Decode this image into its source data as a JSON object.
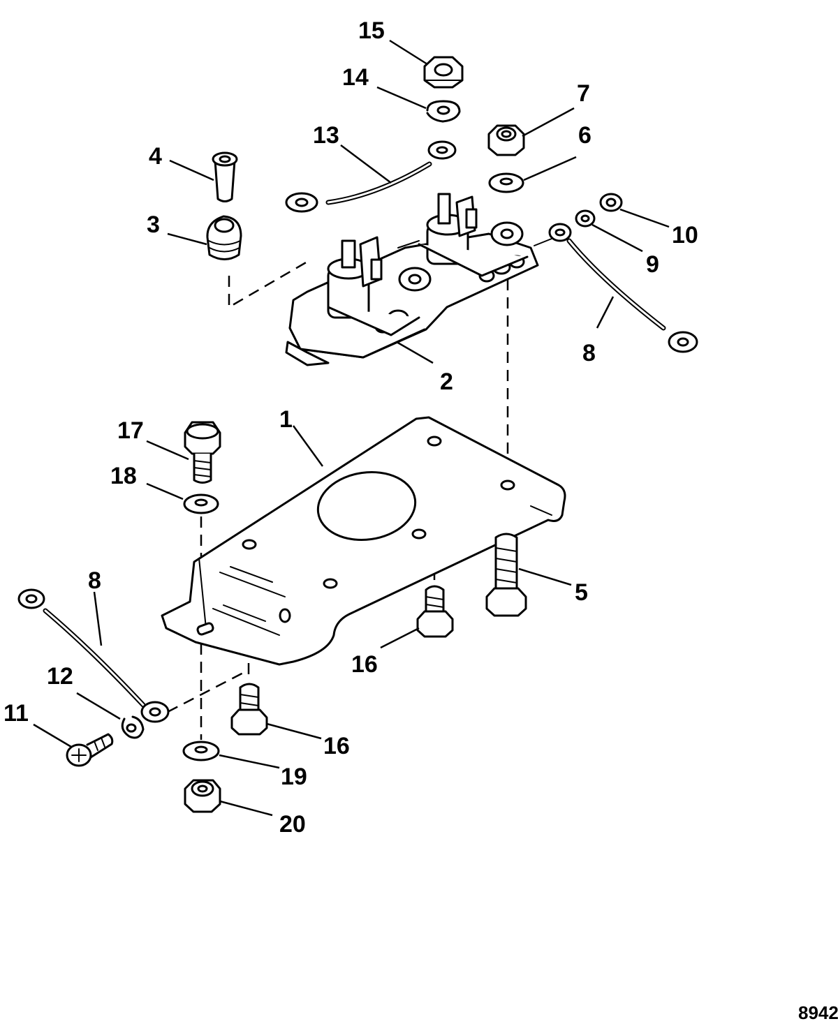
{
  "diagram": {
    "callouts": {
      "c1": "1",
      "c2": "2",
      "c3": "3",
      "c4": "4",
      "c5": "5",
      "c6": "6",
      "c7": "7",
      "c8a": "8",
      "c8b": "8",
      "c9": "9",
      "c10": "10",
      "c11": "11",
      "c12": "12",
      "c13": "13",
      "c14": "14",
      "c15": "15",
      "c16a": "16",
      "c16b": "16",
      "c17": "17",
      "c18": "18",
      "c19": "19",
      "c20": "20"
    },
    "figure_number": "8942"
  }
}
